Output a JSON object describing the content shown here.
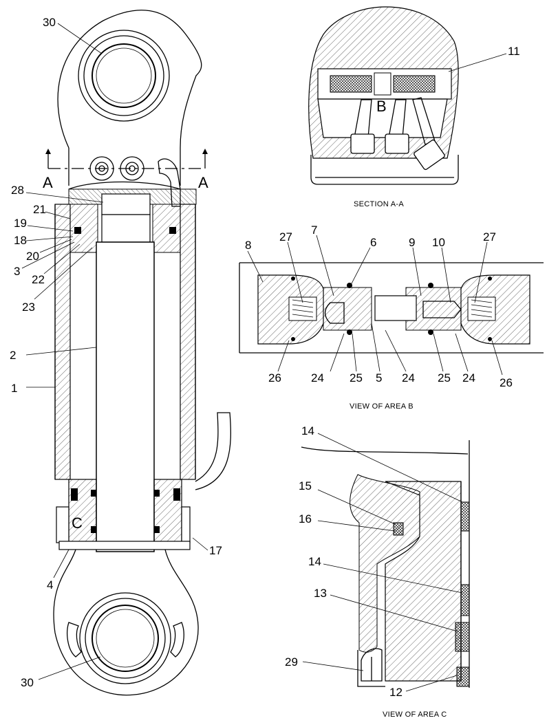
{
  "callouts": {
    "c30_top": "30",
    "c28": "28",
    "c21": "21",
    "c19": "19",
    "c18": "18",
    "c20": "20",
    "c3": "3",
    "c22": "22",
    "c23": "23",
    "c2": "2",
    "c1": "1",
    "c4": "4",
    "c17": "17",
    "c30_bottom": "30",
    "c11": "11",
    "c8": "8",
    "c27a": "27",
    "c7": "7",
    "c6": "6",
    "c9": "9",
    "c10": "10",
    "c27b": "27",
    "c26a": "26",
    "c24a": "24",
    "c25a": "25",
    "c5": "5",
    "c24b": "24",
    "c25b": "25",
    "c24c": "24",
    "c26b": "26",
    "c14a": "14",
    "c15": "15",
    "c16": "16",
    "c14b": "14",
    "c13": "13",
    "c29": "29",
    "c12": "12"
  },
  "section_markers": {
    "a_left": "A",
    "a_right": "A",
    "b": "B",
    "c": "C"
  },
  "captions": {
    "section_aa": "SECTION A-A",
    "view_area_b": "VIEW OF AREA B",
    "view_area_c": "VIEW OF AREA C"
  }
}
